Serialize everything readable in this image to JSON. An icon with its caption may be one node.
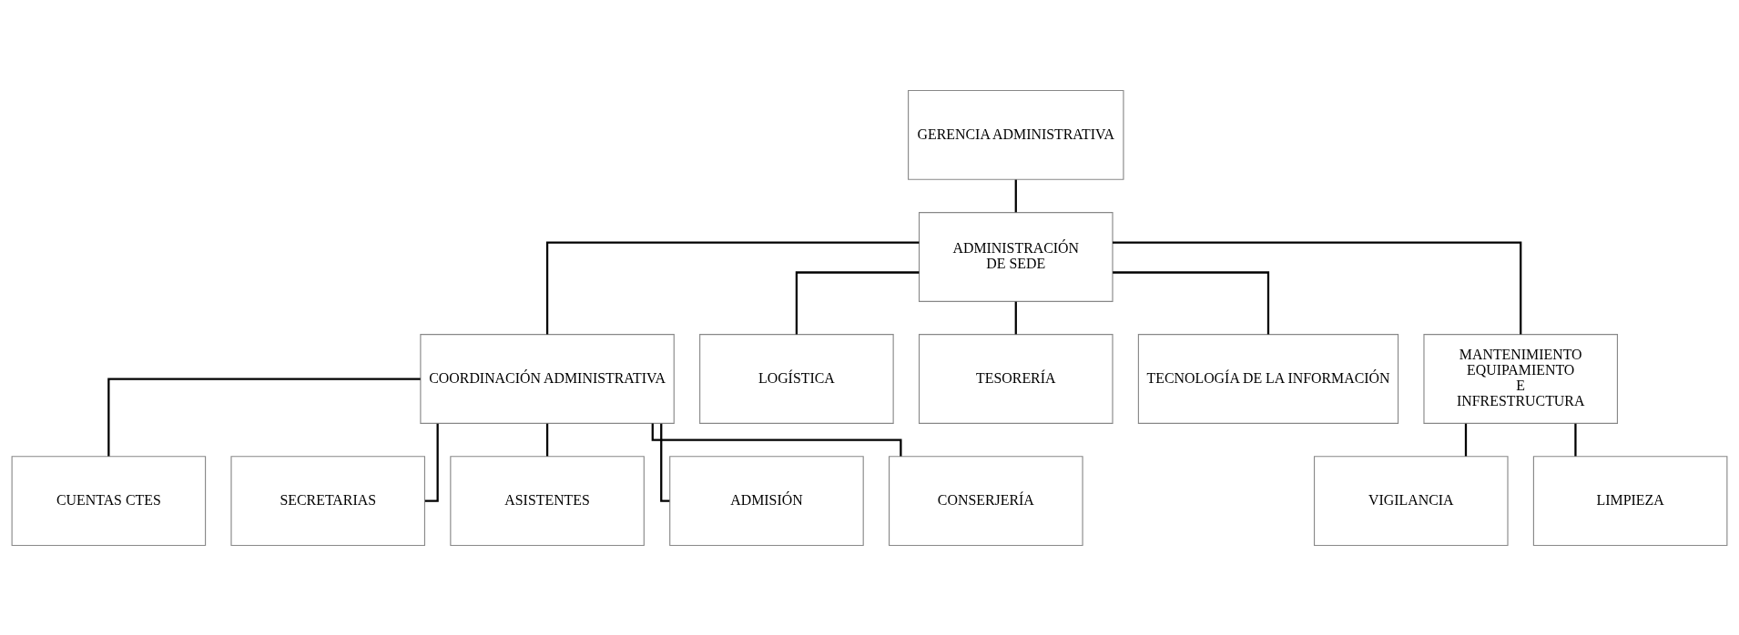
{
  "diagram": {
    "nodes": [
      {
        "text": [
          "GERENCIA ADMINISTRATIVA"
        ]
      },
      {
        "text": [
          "ADMINISTRACIÓN DE SEDE"
        ]
      },
      {
        "text": [
          "COORDINACIÓN ADMINISTRATIVA"
        ]
      },
      {
        "text": [
          "LOGÍSTICA"
        ]
      },
      {
        "text": [
          "TESORERÍA"
        ]
      },
      {
        "text": [
          "TECNOLOGÍA DE LA INFORMACIÓN"
        ]
      },
      {
        "text": [
          "MANTENIMIENTO EQUIPAMIENTO E INFRESTRUCTURA"
        ]
      },
      {
        "text": [
          "CUENTAS CTES"
        ]
      },
      {
        "text": [
          "SECRETARIAS"
        ]
      },
      {
        "text": [
          "ASISTENTES"
        ]
      },
      {
        "text": [
          "ADMISIÓN"
        ]
      },
      {
        "text": [
          "CONSERJERÍA"
        ]
      },
      {
        "text": [
          "VIGILANCIA"
        ]
      },
      {
        "text": [
          "LIMPIEZA"
        ]
      }
    ],
    "edges": [
      {
        "from": 0,
        "to": 1,
        "arrow": "none"
      },
      {
        "from": 1,
        "to": 2,
        "arrow": "none"
      },
      {
        "from": 1,
        "to": 3,
        "arrow": "none"
      },
      {
        "from": 1,
        "to": 4,
        "arrow": "none"
      },
      {
        "from": 1,
        "to": 5,
        "arrow": "none"
      },
      {
        "from": 1,
        "to": 6,
        "arrow": "none"
      },
      {
        "from": 2,
        "to": 7,
        "arrow": "none"
      },
      {
        "from": 2,
        "to": 8,
        "arrow": "none"
      },
      {
        "from": 2,
        "to": 9,
        "arrow": "none"
      },
      {
        "from": 2,
        "to": 10,
        "arrow": "none"
      },
      {
        "from": 2,
        "to": 11,
        "arrow": "none"
      },
      {
        "from": 6,
        "to": 12,
        "arrow": "none"
      },
      {
        "from": 6,
        "to": 13,
        "arrow": "none"
      }
    ]
  }
}
